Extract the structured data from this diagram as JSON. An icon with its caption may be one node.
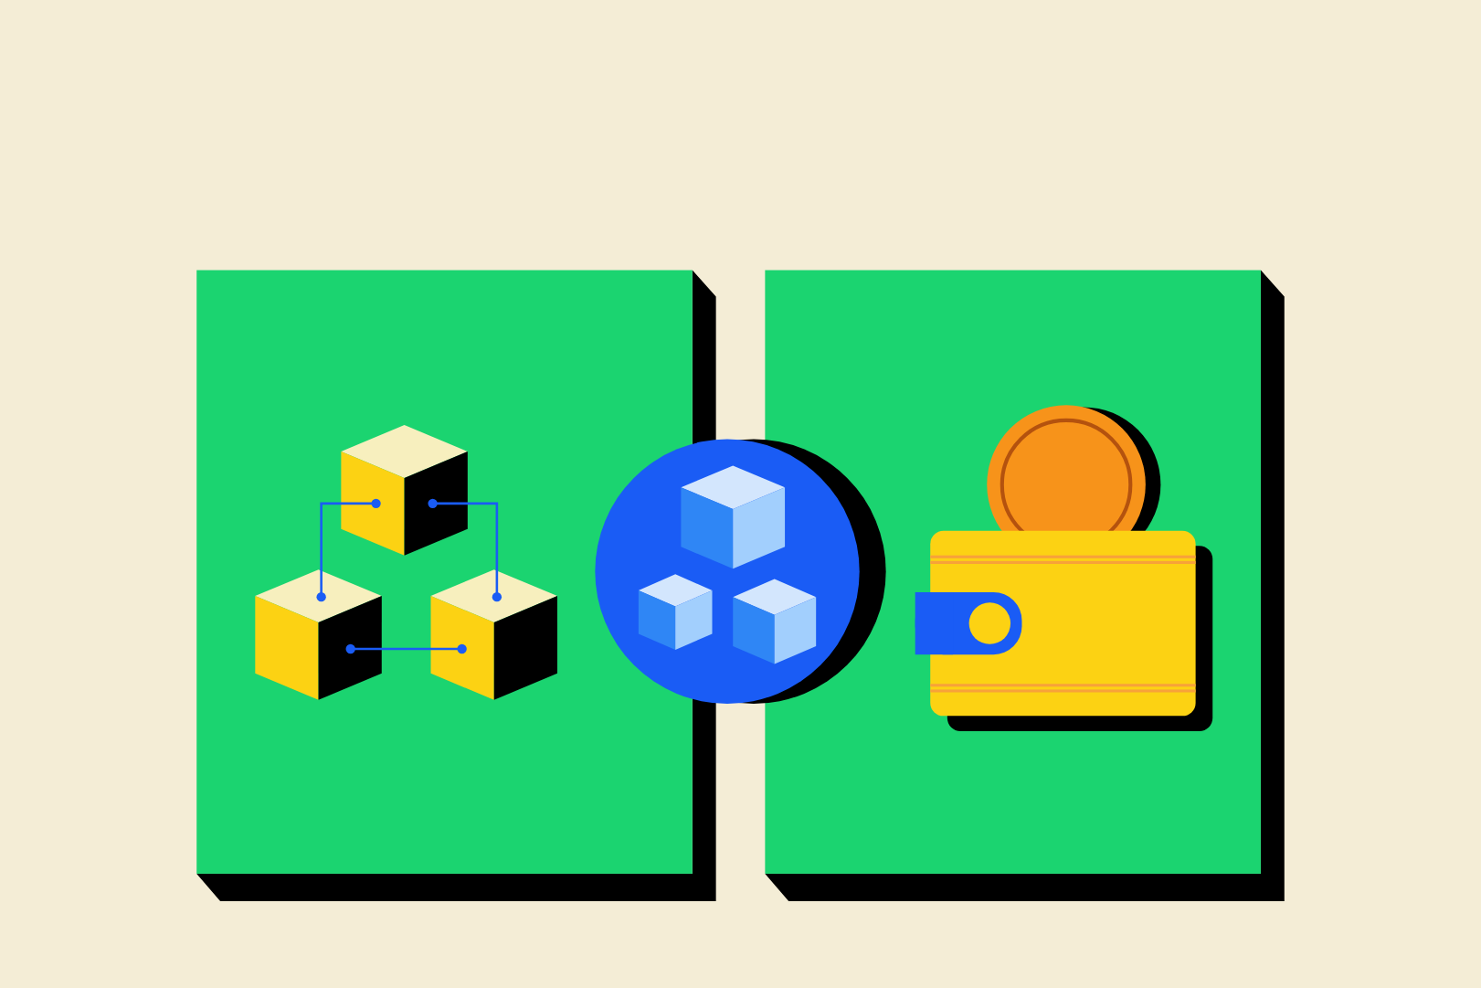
{
  "diagram": {
    "nodes": [
      {
        "text": [],
        "shape": "picture"
      },
      {
        "text": [],
        "shape": "picture"
      },
      {
        "text": [],
        "shape": "picture"
      }
    ],
    "edges": [
      {
        "from": 0,
        "to": 1,
        "arrow": "other"
      },
      {
        "from": 0,
        "to": 2,
        "arrow": "other"
      },
      {
        "from": 1,
        "to": 2,
        "arrow": "other"
      }
    ]
  }
}
